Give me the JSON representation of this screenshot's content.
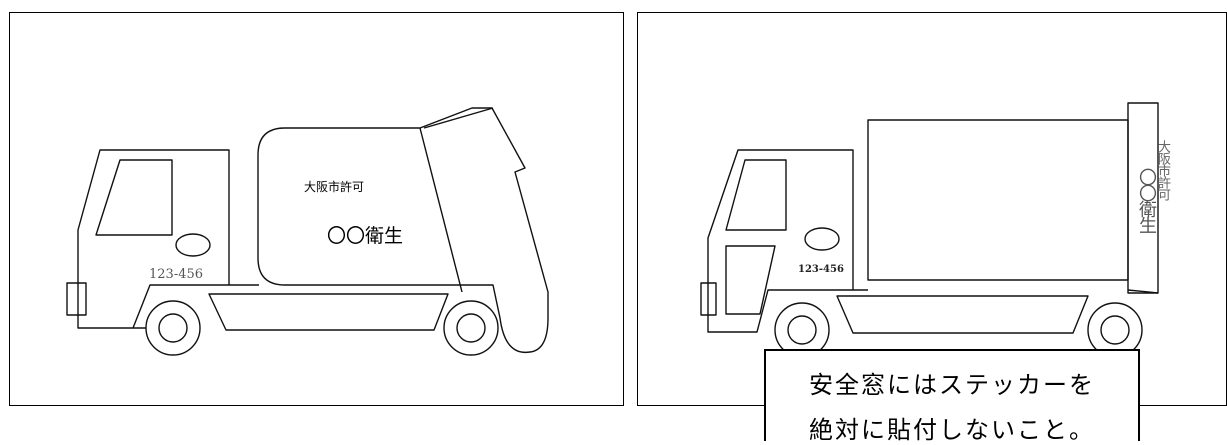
{
  "left_truck": {
    "permit_text": "大阪市許可",
    "company_text": "〇〇衛生",
    "plate_text": "123-456"
  },
  "right_truck": {
    "permit_text_vertical": "大阪市許可",
    "company_text_vertical": "〇〇衛生",
    "plate_text": "123-456"
  },
  "note": {
    "line1": "安全窓にはステッカーを",
    "line2": "絶対に貼付しないこと。"
  }
}
